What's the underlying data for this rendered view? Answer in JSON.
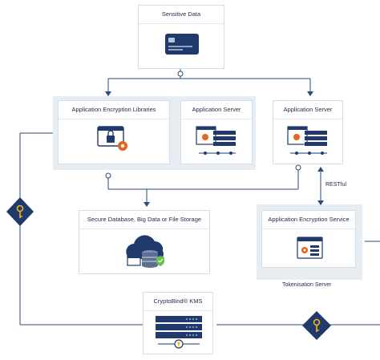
{
  "nodes": {
    "sensitive_data": "Sensitive Data",
    "app_encryption_libraries": "Application Encryption Libraries",
    "app_server_left": "Application Server",
    "app_server_right": "Application Server",
    "secure_database": "Secure Database, Big Data or File Storage",
    "app_encryption_service": "Application Encryption Service",
    "tokenisation_server": "Tokenisation Server",
    "kms": "CryptoBind® KMS"
  },
  "edge_labels": {
    "restful": "RESTful"
  },
  "colors": {
    "navy": "#1f3a6b",
    "orange": "#e8641b",
    "green": "#6cc04a",
    "key_gold": "#f3b51c",
    "group_bg": "#e6edf3",
    "line": "#2c4a7a"
  }
}
